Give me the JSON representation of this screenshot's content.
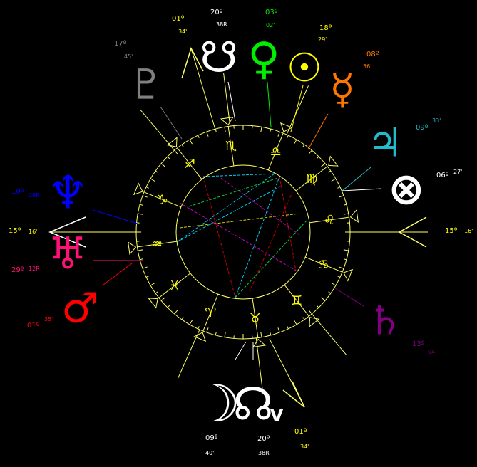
{
  "colors": {
    "background": "#000000",
    "wheel": "#ffff66",
    "signs": "#ffff00"
  },
  "signs": [
    {
      "name": "scorpio",
      "glyph": "♏"
    },
    {
      "name": "libra",
      "glyph": "♎"
    },
    {
      "name": "virgo",
      "glyph": "♍"
    },
    {
      "name": "leo",
      "glyph": "♌"
    },
    {
      "name": "cancer",
      "glyph": "♋"
    },
    {
      "name": "gemini",
      "glyph": "♊"
    },
    {
      "name": "taurus",
      "glyph": "♉"
    },
    {
      "name": "aries",
      "glyph": "♈"
    },
    {
      "name": "pisces",
      "glyph": "♓"
    },
    {
      "name": "aquarius",
      "glyph": "♒"
    },
    {
      "name": "capricorn",
      "glyph": "♑"
    },
    {
      "name": "sagittarius",
      "glyph": "♐"
    }
  ],
  "planets": [
    {
      "name": "pluto",
      "glyph": "♇",
      "color": "#808080",
      "deg": "17º",
      "min": "45'"
    },
    {
      "name": "south-node",
      "glyph": "☋",
      "color": "#ffffff",
      "deg": "20º",
      "min": "38R"
    },
    {
      "name": "venus",
      "glyph": "♀",
      "color": "#00ee00",
      "deg": "03º",
      "min": "02'"
    },
    {
      "name": "sun",
      "glyph": "☉",
      "color": "#ffff00",
      "deg": "18º",
      "min": "29'"
    },
    {
      "name": "mercury",
      "glyph": "☿",
      "color": "#ff7700",
      "deg": "08º",
      "min": "56'"
    },
    {
      "name": "jupiter",
      "glyph": "♃",
      "color": "#22bbcc",
      "deg": "09º",
      "min": "33'"
    },
    {
      "name": "part-of-fortune",
      "glyph": "⊗",
      "color": "#ffffff",
      "deg": "06º",
      "min": "27'"
    },
    {
      "name": "saturn",
      "glyph": "♄",
      "color": "#800080",
      "deg": "13º",
      "min": "04'"
    },
    {
      "name": "moon",
      "glyph": "☽",
      "color": "#ffffff",
      "deg": "09º",
      "min": "40'"
    },
    {
      "name": "north-node",
      "glyph": "☊",
      "color": "#ffffff",
      "deg": "20º",
      "min": "38R"
    },
    {
      "name": "mars",
      "glyph": "♂",
      "color": "#ff0000",
      "deg": "01º",
      "min": "35'"
    },
    {
      "name": "uranus",
      "glyph": "♅",
      "color": "#ff1177",
      "deg": "29º",
      "min": "12R"
    },
    {
      "name": "neptune",
      "glyph": "♆",
      "color": "#0000ff",
      "deg": "10º",
      "min": "26R"
    }
  ],
  "extra_labels": [
    {
      "deg": "01º",
      "min": "34'",
      "color": "#ffff00"
    },
    {
      "deg": "01º",
      "min": "34'",
      "color": "#ffff00"
    }
  ],
  "vertex": {
    "glyph": "V",
    "color": "#ffffff"
  },
  "axes": {
    "asc": {
      "deg": "15º",
      "min": "16'",
      "color": "#ffff00"
    },
    "desc": {
      "deg": "15º",
      "min": "16'",
      "color": "#ffff00"
    }
  }
}
